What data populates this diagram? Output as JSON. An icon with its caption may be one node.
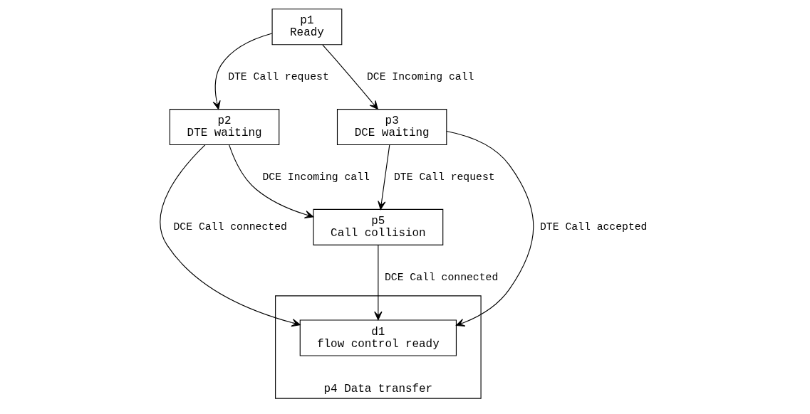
{
  "diagram": {
    "nodes": [
      {
        "text": [
          "p1",
          "Ready"
        ]
      },
      {
        "text": [
          "p2",
          "DTE waiting"
        ]
      },
      {
        "text": [
          "p3",
          "DCE waiting"
        ]
      },
      {
        "text": [
          "p5",
          "Call collision"
        ]
      },
      {
        "text": [
          "p4 Data transfer"
        ]
      },
      {
        "text": [
          "d1",
          "flow control ready"
        ],
        "in": 4
      }
    ],
    "edges": [
      {
        "from": 0,
        "to": 1,
        "arrow": "to",
        "label": "DTE Call request"
      },
      {
        "from": 0,
        "to": 2,
        "arrow": "to",
        "label": "DCE Incoming call"
      },
      {
        "from": 1,
        "to": 3,
        "arrow": "to",
        "label": "DCE Incoming call"
      },
      {
        "from": 2,
        "to": 3,
        "arrow": "to",
        "label": "DTE Call request"
      },
      {
        "from": 3,
        "to": 5,
        "arrow": "to",
        "label": "DCE Call connected"
      },
      {
        "from": 1,
        "to": 5,
        "arrow": "to",
        "label": "DCE Call connected"
      },
      {
        "from": 2,
        "to": 5,
        "arrow": "to",
        "label": "DTE Call accepted"
      }
    ]
  }
}
